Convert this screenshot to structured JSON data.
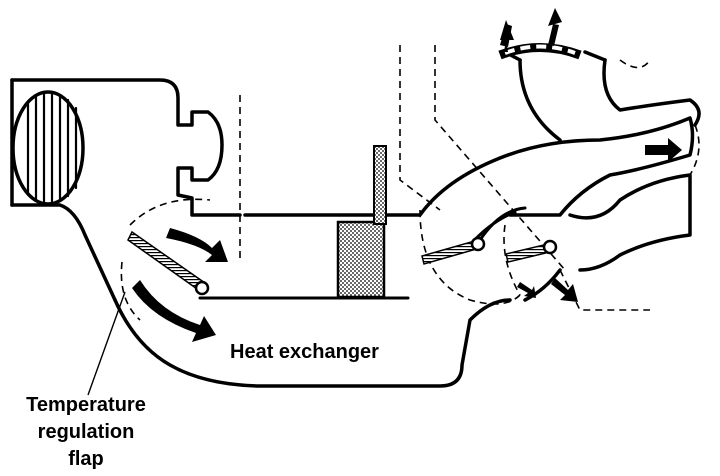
{
  "labels": {
    "heat_exchanger": "Heat exchanger",
    "flap_line1": "Temperature",
    "flap_line2": "regulation",
    "flap_line3": "flap"
  },
  "colors": {
    "ink": "#000000",
    "paper": "#ffffff",
    "fill_gray": "#555555"
  },
  "icons": [
    "blower-fan-icon",
    "flow-arrow-icon",
    "pivot-icon"
  ]
}
